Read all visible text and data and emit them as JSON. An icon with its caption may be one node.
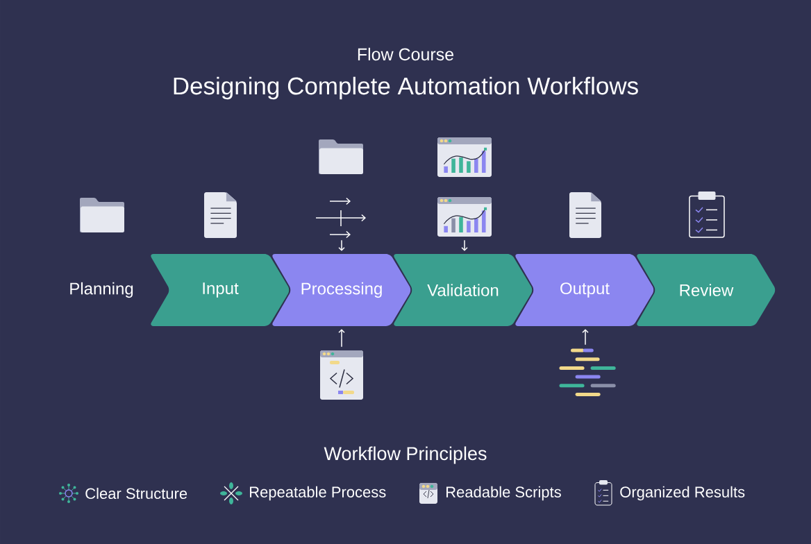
{
  "diagram": {
    "title": "Designing Complete Automation Workflows",
    "nodes": [
      {
        "text": [
          "Planning"
        ]
      },
      {
        "text": [
          "Input"
        ]
      },
      {
        "text": [
          "Processing"
        ]
      },
      {
        "text": [
          "Validation"
        ]
      },
      {
        "text": [
          "Output"
        ]
      },
      {
        "text": [
          "Review"
        ]
      },
      {
        "text": [],
        "shape": "picture"
      },
      {
        "text": [],
        "shape": "picture"
      },
      {
        "text": [],
        "shape": "picture"
      },
      {
        "text": [],
        "shape": "picture"
      }
    ],
    "edges": [
      {
        "from": 6,
        "to": 2,
        "arrow": "to"
      },
      {
        "from": 7,
        "to": 3,
        "arrow": "to"
      },
      {
        "from": 8,
        "to": 2,
        "arrow": "to"
      },
      {
        "from": 9,
        "to": 4,
        "arrow": "to"
      }
    ],
    "labels": [
      "Flow Course",
      "Workflow Principles",
      "Clear Structure",
      "Repeatable Process",
      "Readable Scripts",
      "Organized Results"
    ]
  }
}
